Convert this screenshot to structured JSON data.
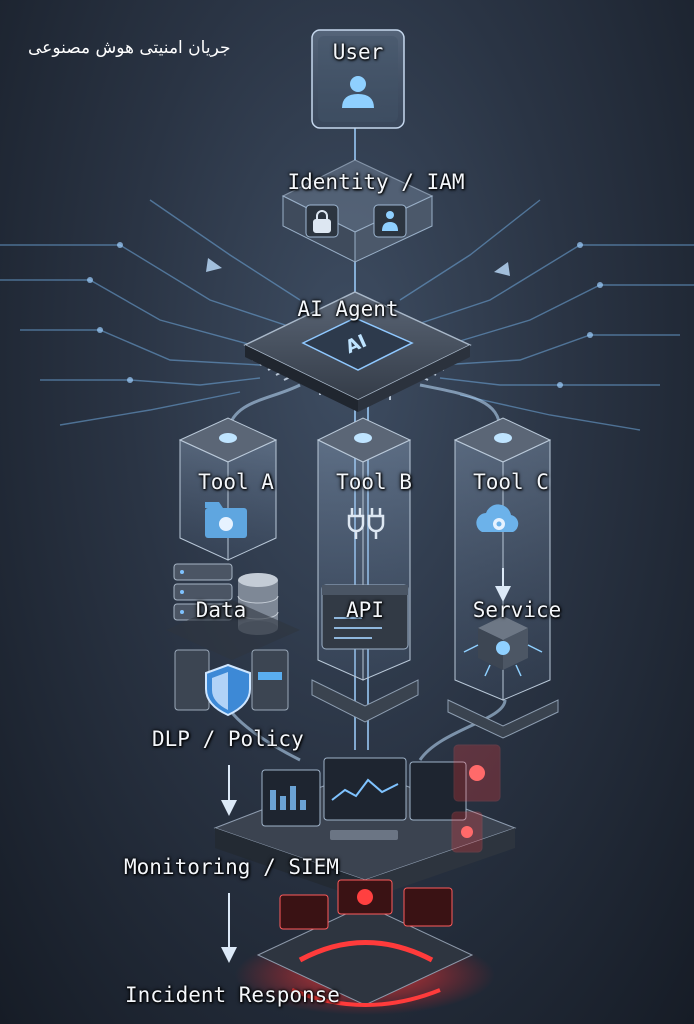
{
  "title": "جریان امنیتی هوش مصنوعی",
  "nodes": {
    "user": "User",
    "identity": "Identity / IAM",
    "agent": "AI Agent",
    "tool_a": "Tool A",
    "tool_b": "Tool B",
    "tool_c": "Tool C",
    "data": "Data",
    "api": "API",
    "service": "Service",
    "dlp": "DLP / Policy",
    "monitoring": "Monitoring / SIEM",
    "incident": "Incident Response"
  },
  "chip_label": "AI",
  "colors": {
    "accent": "#7fc3ff",
    "alert": "#ff3b3b",
    "background": "#27303e"
  },
  "icons": [
    "user-icon",
    "lock-icon",
    "id-badge-icon",
    "folder-cloud-icon",
    "plug-icon",
    "cloud-gear-icon",
    "database-icon",
    "shield-icon",
    "warning-icon"
  ]
}
